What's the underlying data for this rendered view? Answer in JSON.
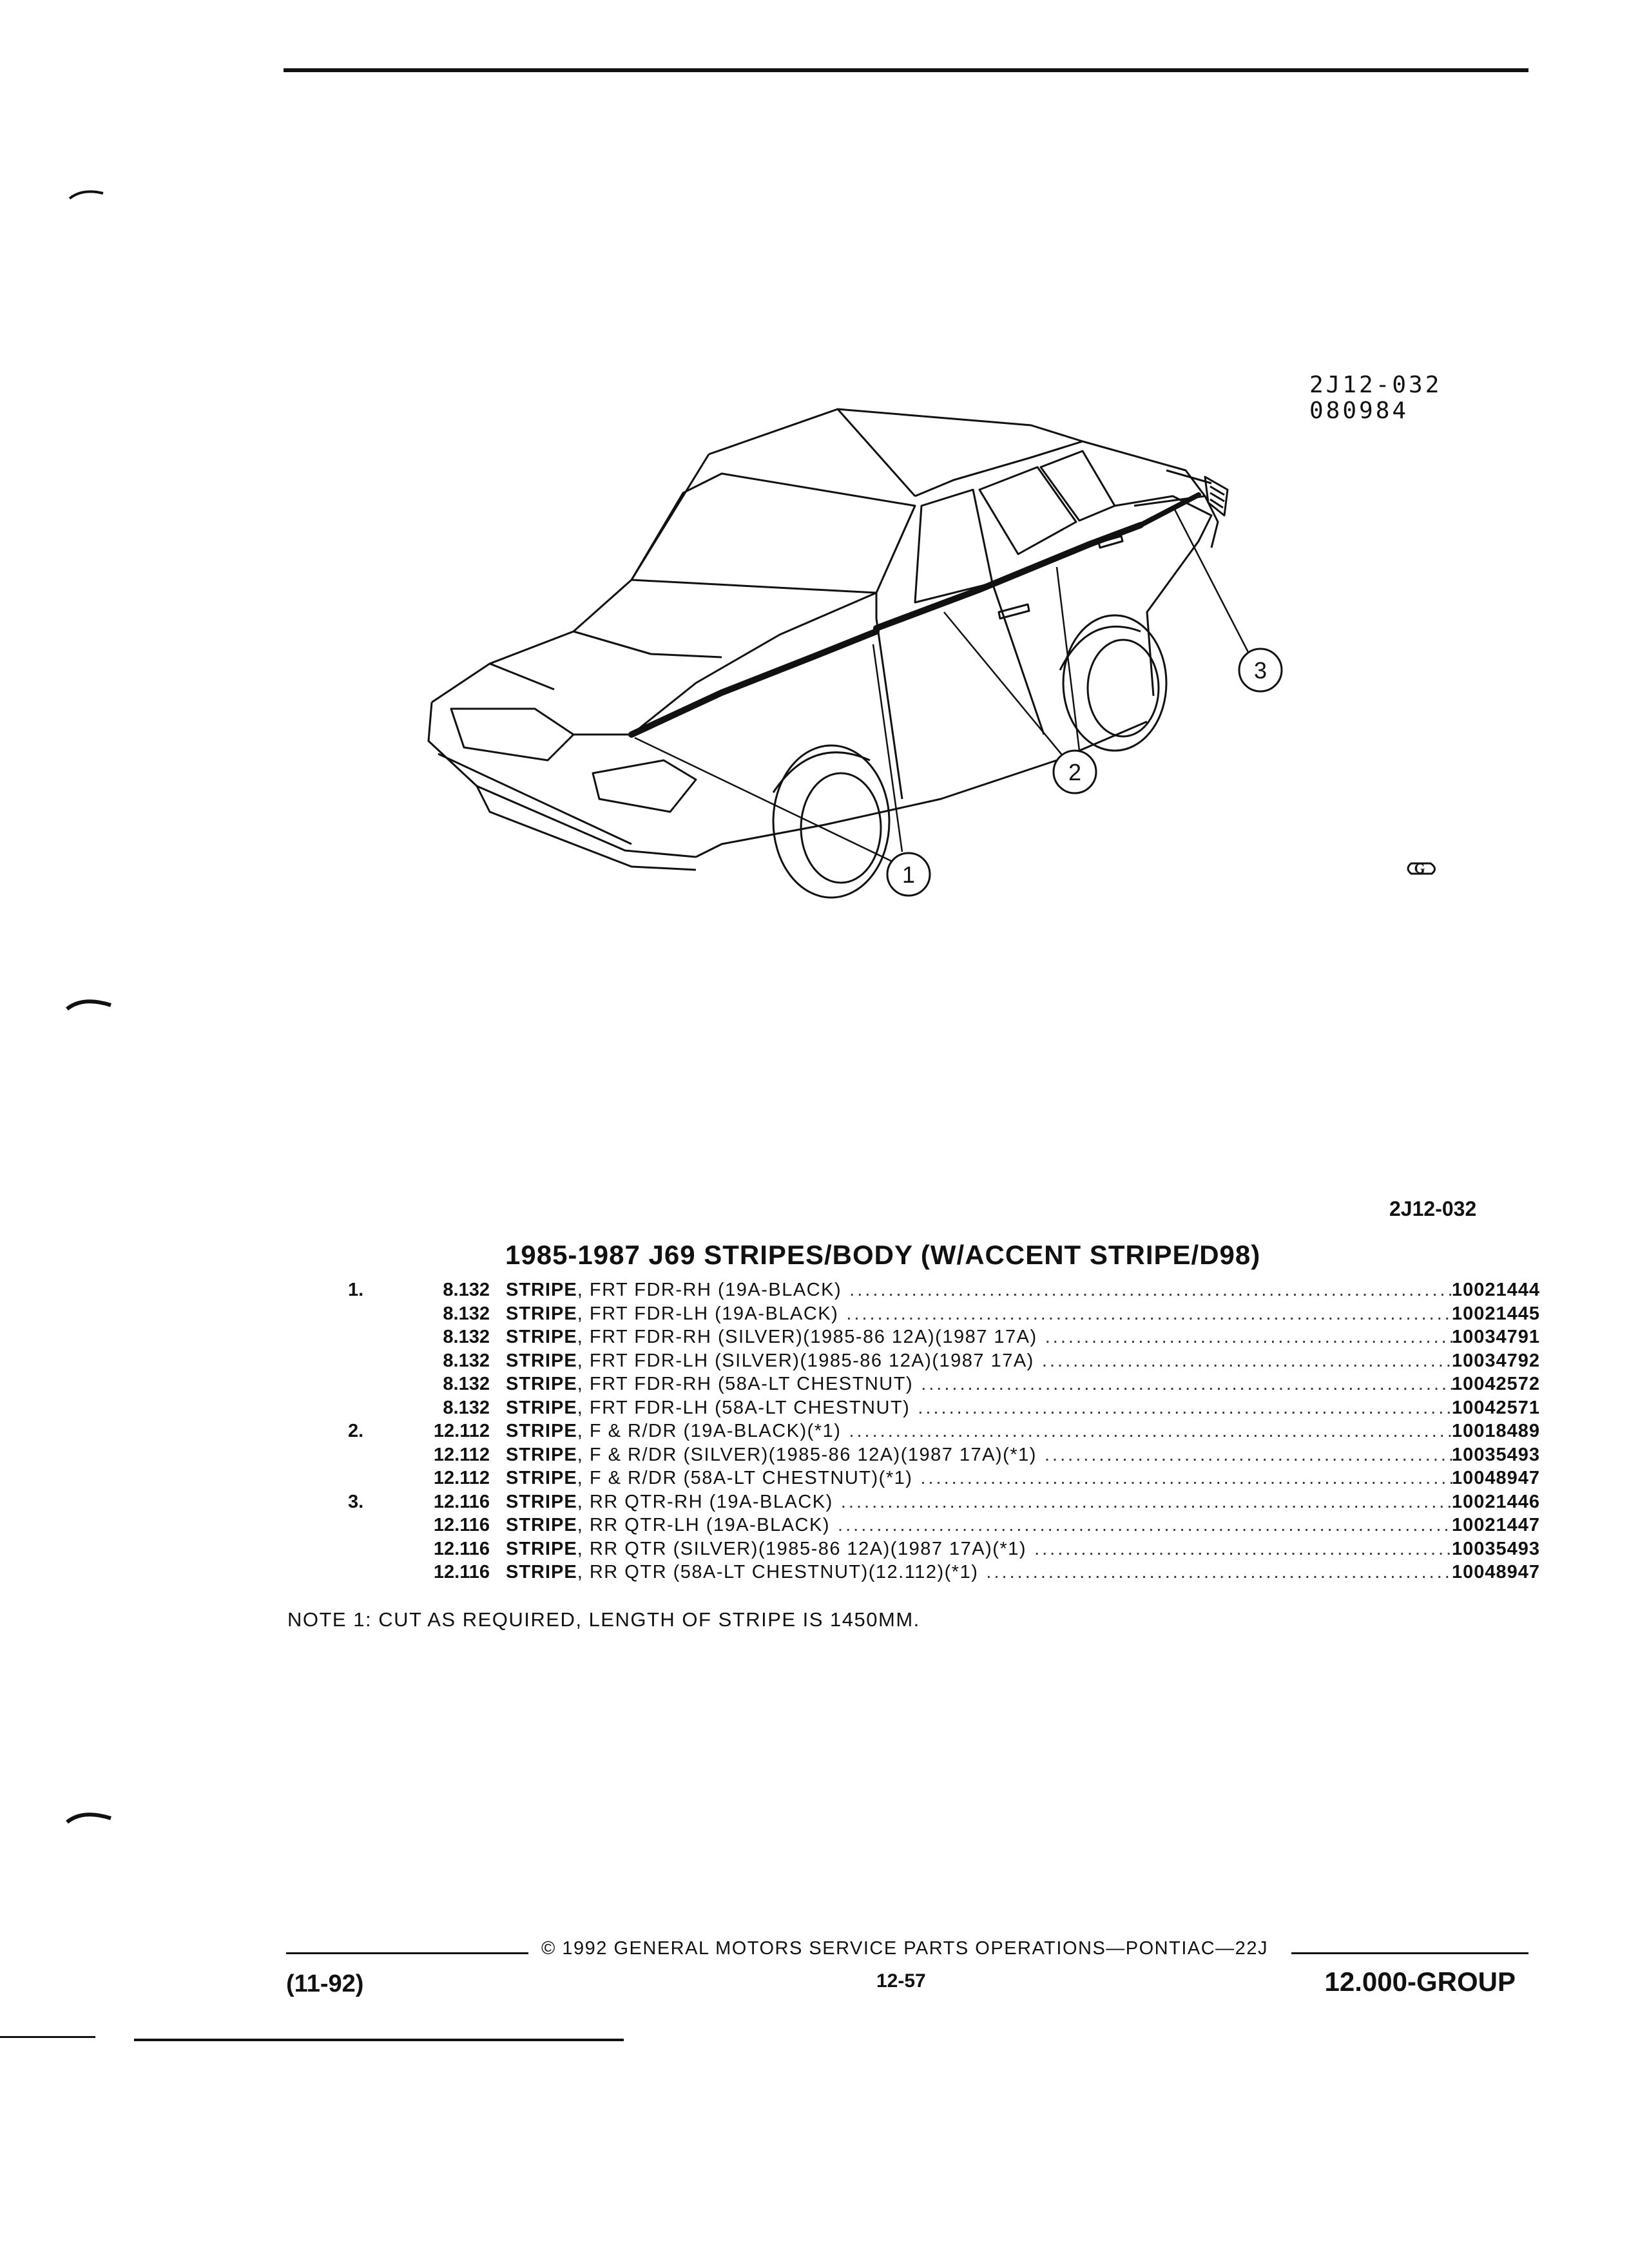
{
  "header": {
    "diagram_code": "2J12-032",
    "diagram_date": "080984"
  },
  "diagram": {
    "callouts": [
      "1",
      "2",
      "3"
    ],
    "copyright_logo": "GM-logo"
  },
  "section": {
    "page_code": "2J12-032",
    "title": "1985-1987 J69 STRIPES/BODY (W/ACCENT STRIPE/D98)"
  },
  "parts": [
    {
      "item": "1.",
      "group": "8.132",
      "name": "STRIPE",
      "desc": ", FRT FDR-RH (19A-BLACK)",
      "part_no": "10021444"
    },
    {
      "item": "",
      "group": "8.132",
      "name": "STRIPE",
      "desc": ", FRT FDR-LH (19A-BLACK)",
      "part_no": "10021445"
    },
    {
      "item": "",
      "group": "8.132",
      "name": "STRIPE",
      "desc": ", FRT FDR-RH (SILVER)(1985-86 12A)(1987 17A)",
      "part_no": "10034791"
    },
    {
      "item": "",
      "group": "8.132",
      "name": "STRIPE",
      "desc": ", FRT FDR-LH (SILVER)(1985-86 12A)(1987 17A)",
      "part_no": "10034792"
    },
    {
      "item": "",
      "group": "8.132",
      "name": "STRIPE",
      "desc": ", FRT FDR-RH (58A-LT CHESTNUT)",
      "part_no": "10042572"
    },
    {
      "item": "",
      "group": "8.132",
      "name": "STRIPE",
      "desc": ", FRT FDR-LH (58A-LT CHESTNUT)",
      "part_no": "10042571"
    },
    {
      "item": "2.",
      "group": "12.112",
      "name": "STRIPE",
      "desc": ", F & R/DR (19A-BLACK)(*1)",
      "part_no": "10018489"
    },
    {
      "item": "",
      "group": "12.112",
      "name": "STRIPE",
      "desc": ", F & R/DR (SILVER)(1985-86 12A)(1987 17A)(*1)",
      "part_no": "10035493"
    },
    {
      "item": "",
      "group": "12.112",
      "name": "STRIPE",
      "desc": ", F & R/DR (58A-LT CHESTNUT)(*1)",
      "part_no": "10048947"
    },
    {
      "item": "3.",
      "group": "12.116",
      "name": "STRIPE",
      "desc": ", RR QTR-RH (19A-BLACK)",
      "part_no": "10021446"
    },
    {
      "item": "",
      "group": "12.116",
      "name": "STRIPE",
      "desc": ", RR QTR-LH (19A-BLACK)",
      "part_no": "10021447"
    },
    {
      "item": "",
      "group": "12.116",
      "name": "STRIPE",
      "desc": ", RR QTR (SILVER)(1985-86 12A)(1987 17A)(*1)",
      "part_no": "10035493"
    },
    {
      "item": "",
      "group": "12.116",
      "name": "STRIPE",
      "desc": ", RR QTR (58A-LT CHESTNUT)(12.112)(*1)",
      "part_no": "10048947"
    }
  ],
  "note": "NOTE  1:  CUT AS REQUIRED, LENGTH OF STRIPE IS 1450MM.",
  "footer": {
    "copyright": "©  1992  GENERAL MOTORS SERVICE PARTS OPERATIONS—PONTIAC—22J",
    "date": "(11-92)",
    "page": "12-57",
    "group": "12.000-GROUP"
  }
}
